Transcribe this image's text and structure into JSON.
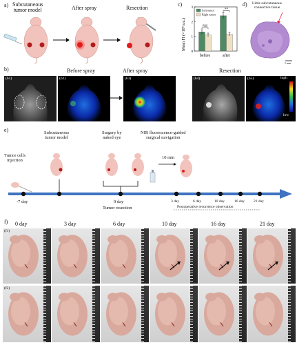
{
  "panel_a": {
    "letter": "a)",
    "step1": "Subcutaneous\ntumor model",
    "step2": "After spray",
    "step3": "Resection"
  },
  "panel_b": {
    "letter": "b)",
    "before": "Before spray",
    "after": "After spray",
    "resection": "Resection",
    "sub": [
      "(b1)",
      "(b2)",
      "(b3)",
      "(b4)",
      "(b5)"
    ],
    "scale_high": "high",
    "scale_low": "low"
  },
  "panel_c": {
    "letter": "c)",
    "chart_data": {
      "type": "bar",
      "categories": [
        "before",
        "after"
      ],
      "series": [
        {
          "name": "Left tumor",
          "values": [
            1.3,
            2.4
          ],
          "errors": [
            0.15,
            0.2
          ],
          "color": "#4e8a64"
        },
        {
          "name": "Right tumor",
          "values": [
            1.1,
            1.15
          ],
          "errors": [
            0.12,
            0.12
          ],
          "color": "#efe0c4"
        }
      ],
      "ylabel": "Mean FI (×10⁴ a.u.)",
      "yticks": [
        "0",
        "1",
        "2",
        "3"
      ],
      "ylim": [
        0,
        3
      ],
      "annotations": [
        "NS",
        "**"
      ],
      "legend": "top-left"
    }
  },
  "panel_d": {
    "letter": "d)",
    "caption": "Little subcutaneous\nconnective tissue",
    "scale_bar": "1 mm"
  },
  "panel_e": {
    "letter": "e)",
    "tumor_cells": "Tumor cells\ninjection",
    "subcutaneous": "Subcutaneous\ntumor model",
    "surgery": "Surgery by\nnaked eye",
    "nir": "NIR fluorescence-guided\nsurgical navigation",
    "ten_min": "10 min",
    "day_minus7": "-7 day",
    "day0": "0 day",
    "tumor_resection": "Tumor resection",
    "days": [
      "3 day",
      "6 day",
      "10 day",
      "16 day",
      "21 day"
    ],
    "observation": "Postoperative recurrence observation"
  },
  "panel_f": {
    "letter": "f)",
    "days": [
      "0 day",
      "3 day",
      "6 day",
      "10 day",
      "16 day",
      "21 day"
    ],
    "row1": "(f1)",
    "row2": "(f2)"
  },
  "colors": {
    "arrow_blue": "#3f72c0",
    "bar_green": "#4e8a64",
    "bar_beige": "#efe0c4"
  }
}
